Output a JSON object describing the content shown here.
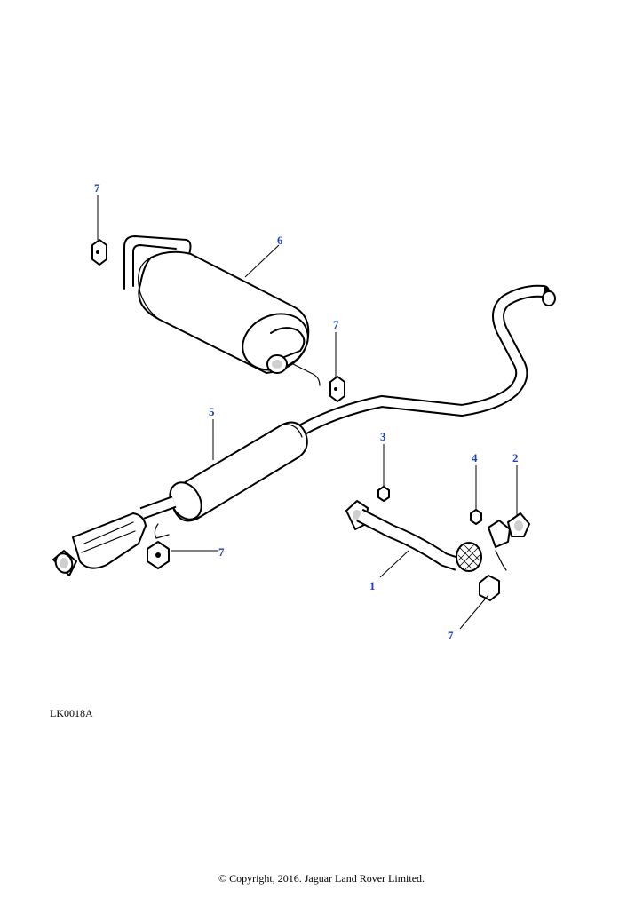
{
  "diagram": {
    "reference_code": "LK0018A",
    "copyright": "© Copyright, 2016. Jaguar Land Rover Limited.",
    "callout_color": "#1a3fc4",
    "callouts": [
      {
        "id": "c7a",
        "label": "7"
      },
      {
        "id": "c6",
        "label": "6"
      },
      {
        "id": "c7b",
        "label": "7"
      },
      {
        "id": "c5",
        "label": "5"
      },
      {
        "id": "c3",
        "label": "3"
      },
      {
        "id": "c4",
        "label": "4"
      },
      {
        "id": "c2",
        "label": "2"
      },
      {
        "id": "c1",
        "label": "1"
      },
      {
        "id": "c7c",
        "label": "7"
      },
      {
        "id": "c7d",
        "label": "7"
      }
    ]
  }
}
